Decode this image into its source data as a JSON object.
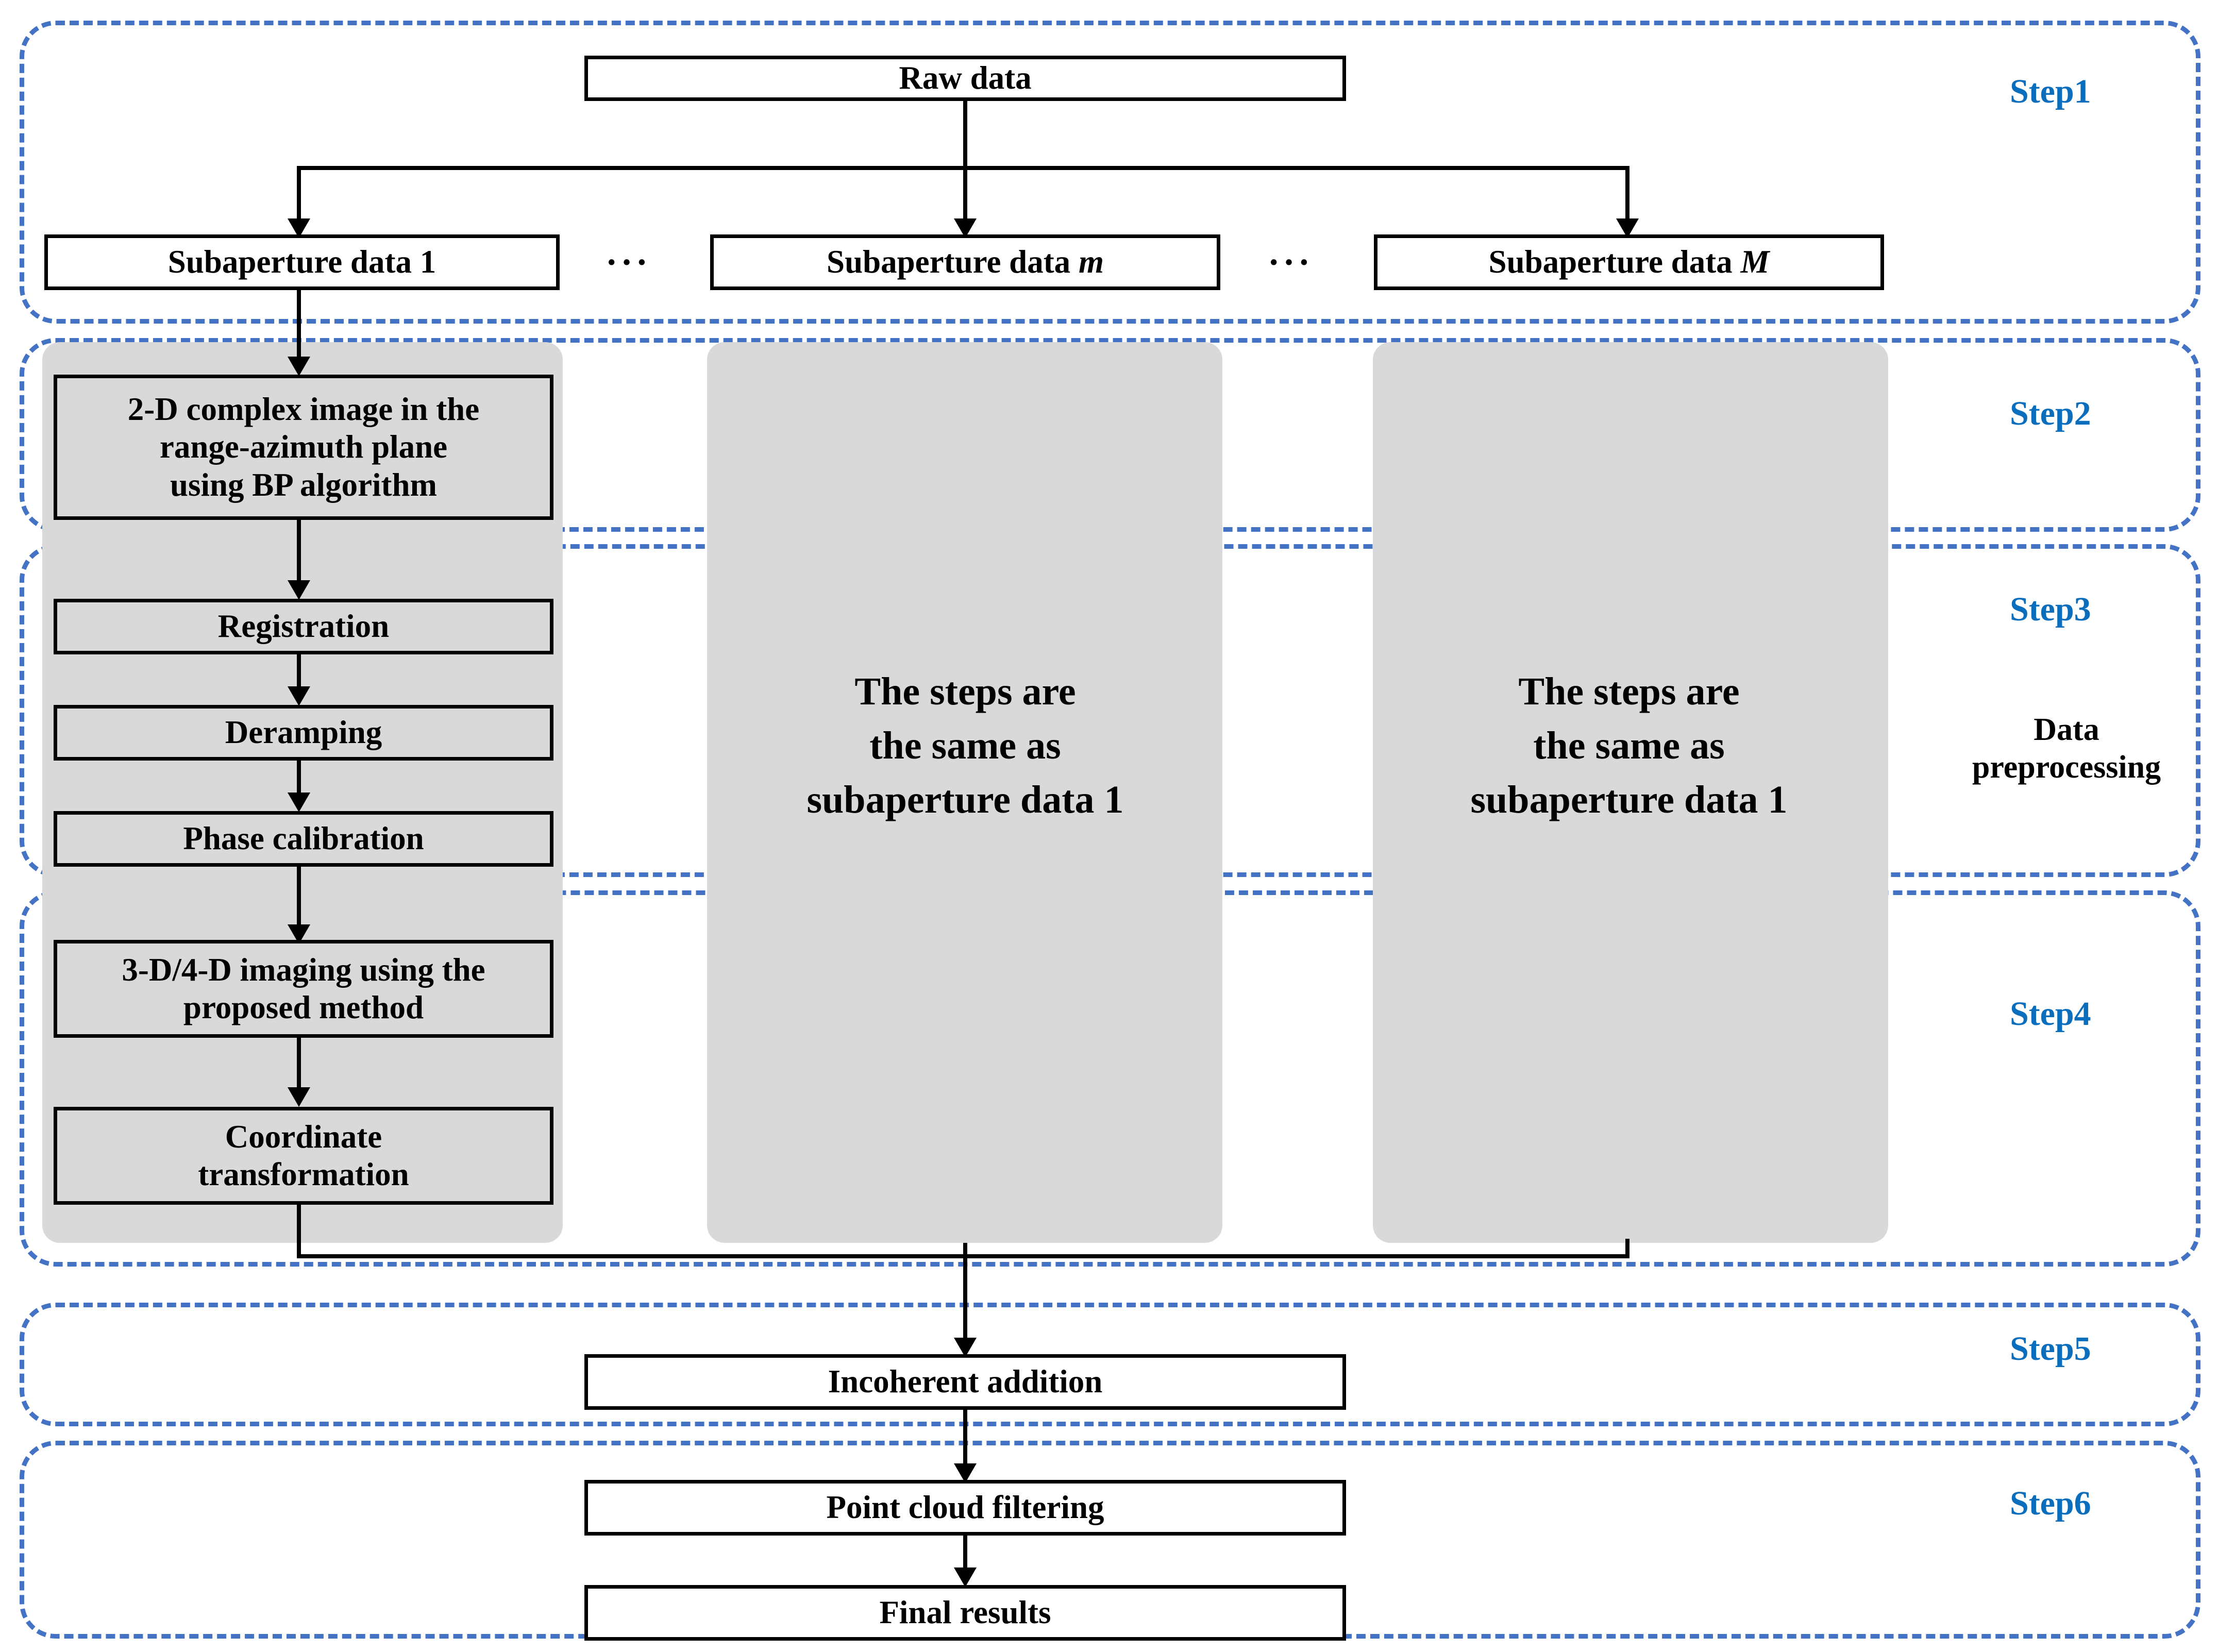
{
  "diagram": {
    "title": "SAR subaperture 3-D/4-D imaging processing flowchart",
    "accent_color": "#0b6ebd",
    "region_border_color": "#4472c4",
    "band_color": "#d9d9d9"
  },
  "step_labels": [
    {
      "id": "step1",
      "text": "Step1"
    },
    {
      "id": "step2",
      "text": "Step2"
    },
    {
      "id": "step3",
      "text": "Step3"
    },
    {
      "id": "step4",
      "text": "Step4"
    },
    {
      "id": "step5",
      "text": "Step5"
    },
    {
      "id": "step6",
      "text": "Step6"
    }
  ],
  "side_notes": [
    {
      "id": "data-preprocessing",
      "line1": "Data",
      "line2": "preprocessing"
    }
  ],
  "boxes": {
    "raw_data": "Raw data",
    "subaperture_1": "Subaperture data 1",
    "subaperture_m": "Subaperture data m",
    "subaperture_M": "Subaperture data M",
    "two_d_image_l1": "2-D complex image in the",
    "two_d_image_l2": "range-azimuth plane",
    "two_d_image_l3": "using BP algorithm",
    "registration": "Registration",
    "deramping": "Deramping",
    "phase_calibration": "Phase calibration",
    "imaging_l1": "3-D/4-D imaging using the",
    "imaging_l2": "proposed method",
    "coordinate_l1": "Coordinate",
    "coordinate_l2": "transformation",
    "incoherent_addition": "Incoherent addition",
    "point_cloud_filtering": "Point cloud filtering",
    "final_results": "Final results"
  },
  "same_note": {
    "line1": "The steps are",
    "line2": "the same as",
    "line3": "subaperture data 1"
  },
  "ellipses": {
    "left": "···",
    "right": "···"
  }
}
